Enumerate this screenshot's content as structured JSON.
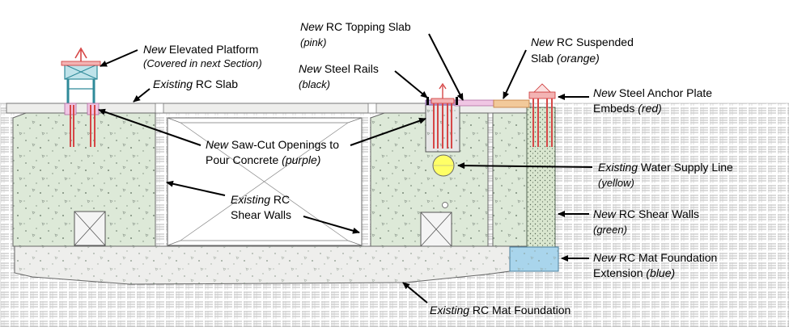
{
  "colors": {
    "existing_concrete": "#e9e9e6",
    "shear_wall_green": "#dde9d8",
    "topping_pink": "#f0c6e4",
    "suspended_orange": "#f2c99a",
    "anchor_red": "#d64747",
    "water_yellow": "#ffff66",
    "mat_ext_blue": "#a9d5ec",
    "platform_teal": "#62b8c6",
    "soil_hatch": "#bdbdbd"
  },
  "labels": {
    "elevated_platform": {
      "new": "New",
      "text": " Elevated Platform",
      "sub": "(Covered in next Section)"
    },
    "existing_slab": {
      "existing": "Existing",
      "text": " RC Slab"
    },
    "topping_slab": {
      "new": "New",
      "text": " RC Topping Slab",
      "color": "(pink)"
    },
    "suspended_slab": {
      "new": "New",
      "text": " RC Suspended",
      "line2": "Slab ",
      "color": "(orange)"
    },
    "steel_rails": {
      "new": "New",
      "text": " Steel Rails",
      "color": "(black)"
    },
    "anchor_plate": {
      "new": "New",
      "text": " Steel Anchor Plate",
      "line2": "Embeds ",
      "color": "(red)"
    },
    "saw_cut": {
      "new": "New",
      "text": " Saw-Cut Openings to",
      "line2": "Pour Concrete ",
      "color": "(purple)"
    },
    "water_line": {
      "existing": "Existing",
      "text": " Water Supply Line",
      "color": "(yellow)"
    },
    "existing_shear_walls": {
      "existing": "Existing",
      "text": " RC",
      "line2": "Shear Walls"
    },
    "new_shear_walls": {
      "new": "New",
      "text": " RC Shear Walls",
      "color": "(green)"
    },
    "mat_extension": {
      "new": "New",
      "text": " RC Mat Foundation",
      "line2": "Extension ",
      "color": "(blue)"
    },
    "existing_mat": {
      "existing": "Existing",
      "text": " RC Mat Foundation"
    }
  }
}
